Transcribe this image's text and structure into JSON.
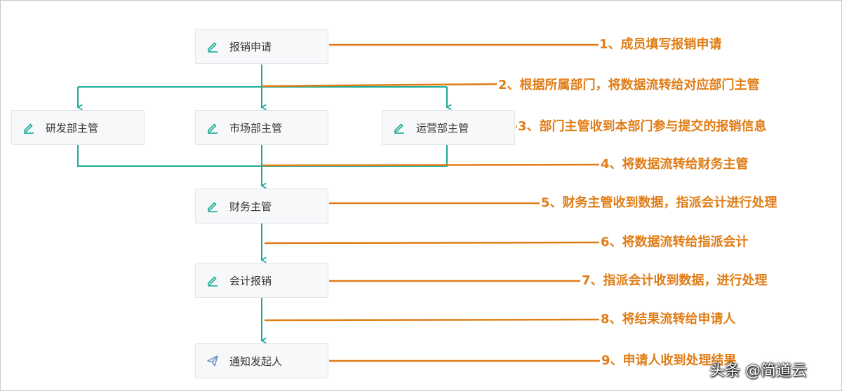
{
  "nodes": {
    "apply": "报销申请",
    "rd": "研发部主管",
    "market": "市场部主管",
    "ops": "运营部主管",
    "finance": "财务主管",
    "accounting": "会计报销",
    "notify": "通知发起人"
  },
  "notes": [
    "1、成员填写报销申请",
    "2、根据所属部门，将数据流转给对应部门主管",
    "3、部门主管收到本部门参与提交的报销信息",
    "4、将数据流转给财务主管",
    "5、财务主管收到数据，指派会计进行处理",
    "6、将数据流转给指派会计",
    "7、指派会计收到数据，进行处理",
    "8、将结果流转给申请人",
    "9、申请人收到处理结果"
  ],
  "watermark": "头条 @简道云",
  "colors": {
    "flow": "#1aab97",
    "annotation": "#e07d16",
    "icon": "#1aab97"
  },
  "icons": {
    "edit": "pencil-icon",
    "send": "paper-plane-icon"
  }
}
